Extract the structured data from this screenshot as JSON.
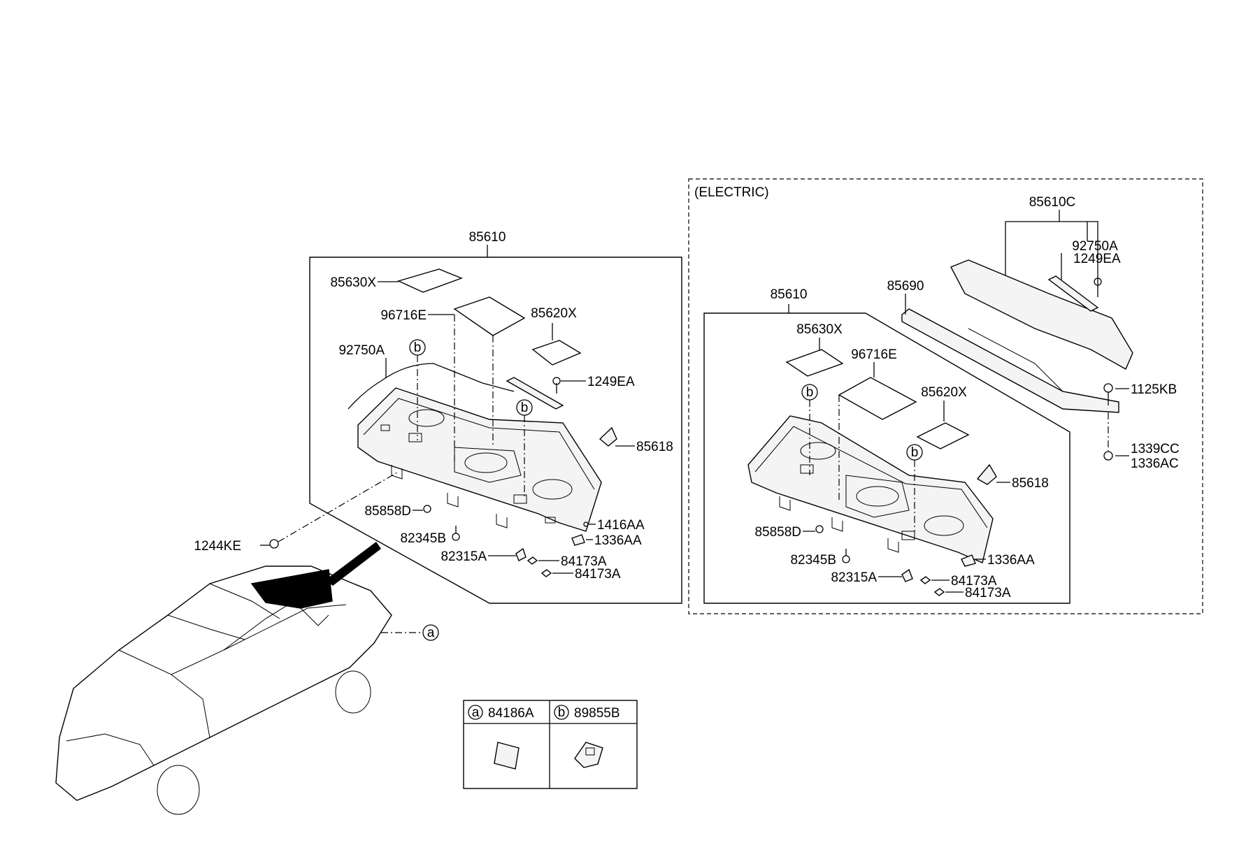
{
  "diagram": {
    "electric_title": "(ELECTRIC)",
    "left_assembly": {
      "group": "85610",
      "callouts": [
        "85630X",
        "96716E",
        "85620X",
        "92750A",
        "1249EA",
        "85618",
        "85858D",
        "82345B",
        "82315A",
        "1416AA",
        "1336AA",
        "84173A",
        "84173A",
        "1244KE"
      ]
    },
    "right_assembly": {
      "group": "85610",
      "top_group": "85610C",
      "callouts": [
        "92750A",
        "1249EA",
        "85690",
        "85630X",
        "96716E",
        "85620X",
        "1125KB",
        "1339CC",
        "1336AC",
        "85618",
        "85858D",
        "82345B",
        "82315A",
        "1336AA",
        "84173A",
        "84173A"
      ]
    },
    "markers": {
      "a": "a",
      "b": "b"
    },
    "legend": {
      "a_label": "a",
      "a_part": "84186A",
      "b_label": "b",
      "b_part": "89855B"
    }
  }
}
